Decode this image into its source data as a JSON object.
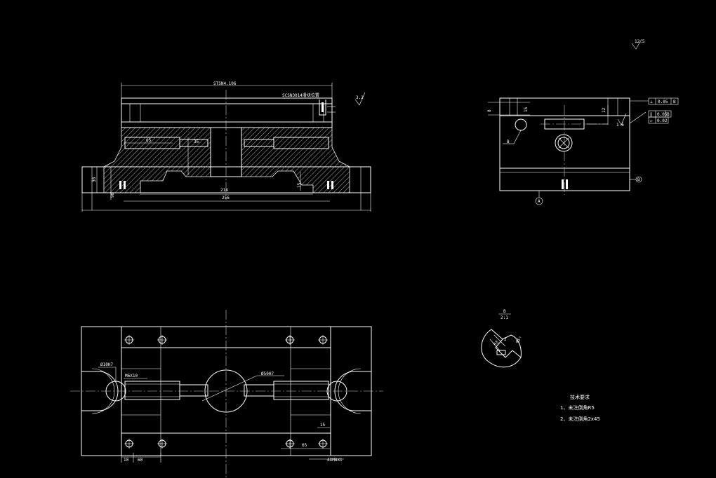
{
  "drawing": {
    "top_section": {
      "dim_overall_top": "ST5N4.106",
      "note_top_right": "SCSN3014滑块位置",
      "roughness_mark": "3.2",
      "dim_left_65": "65",
      "dim_center_35": "35",
      "dim_height_38": "38",
      "dim_base_90": "90",
      "dim_slot_214": "214",
      "dim_total_256": "256",
      "dim_small_15": "15"
    },
    "side_view": {
      "roughness_top": "12.5",
      "tol_frame_1_sym": "⊥",
      "tol_frame_1_val": "0.05",
      "tol_frame_1_ref": "B",
      "tol_frame_2_sym": "∥",
      "tol_frame_2_val": "0.05",
      "tol_frame_2_ref": "B",
      "tol_frame_3_sym": "▱",
      "tol_frame_3_val": "0.02",
      "dim_left_8": "8",
      "dim_left_15": "15",
      "label_b_left": "B",
      "dim_right_12": "12",
      "roughness_right": "1.6",
      "datum_b": "B",
      "datum_a": "A"
    },
    "detail_b": {
      "label": "B",
      "scale": "2:1",
      "dim_r": "R3",
      "dim_45": "45°",
      "dim_2": "2"
    },
    "plan_view": {
      "bore_left": "Ø10H7",
      "thread_note": "M6X10",
      "bore_center": "Ø50H7",
      "dim_15": "15",
      "dim_65": "65",
      "dim_10": "10",
      "dim_60": "60",
      "thread_bottom": "4XM8X1"
    },
    "tech_notes": {
      "title": "技术要求",
      "item_1": "1、未注倒角R5",
      "item_2": "2、未注倒角2x45"
    }
  }
}
